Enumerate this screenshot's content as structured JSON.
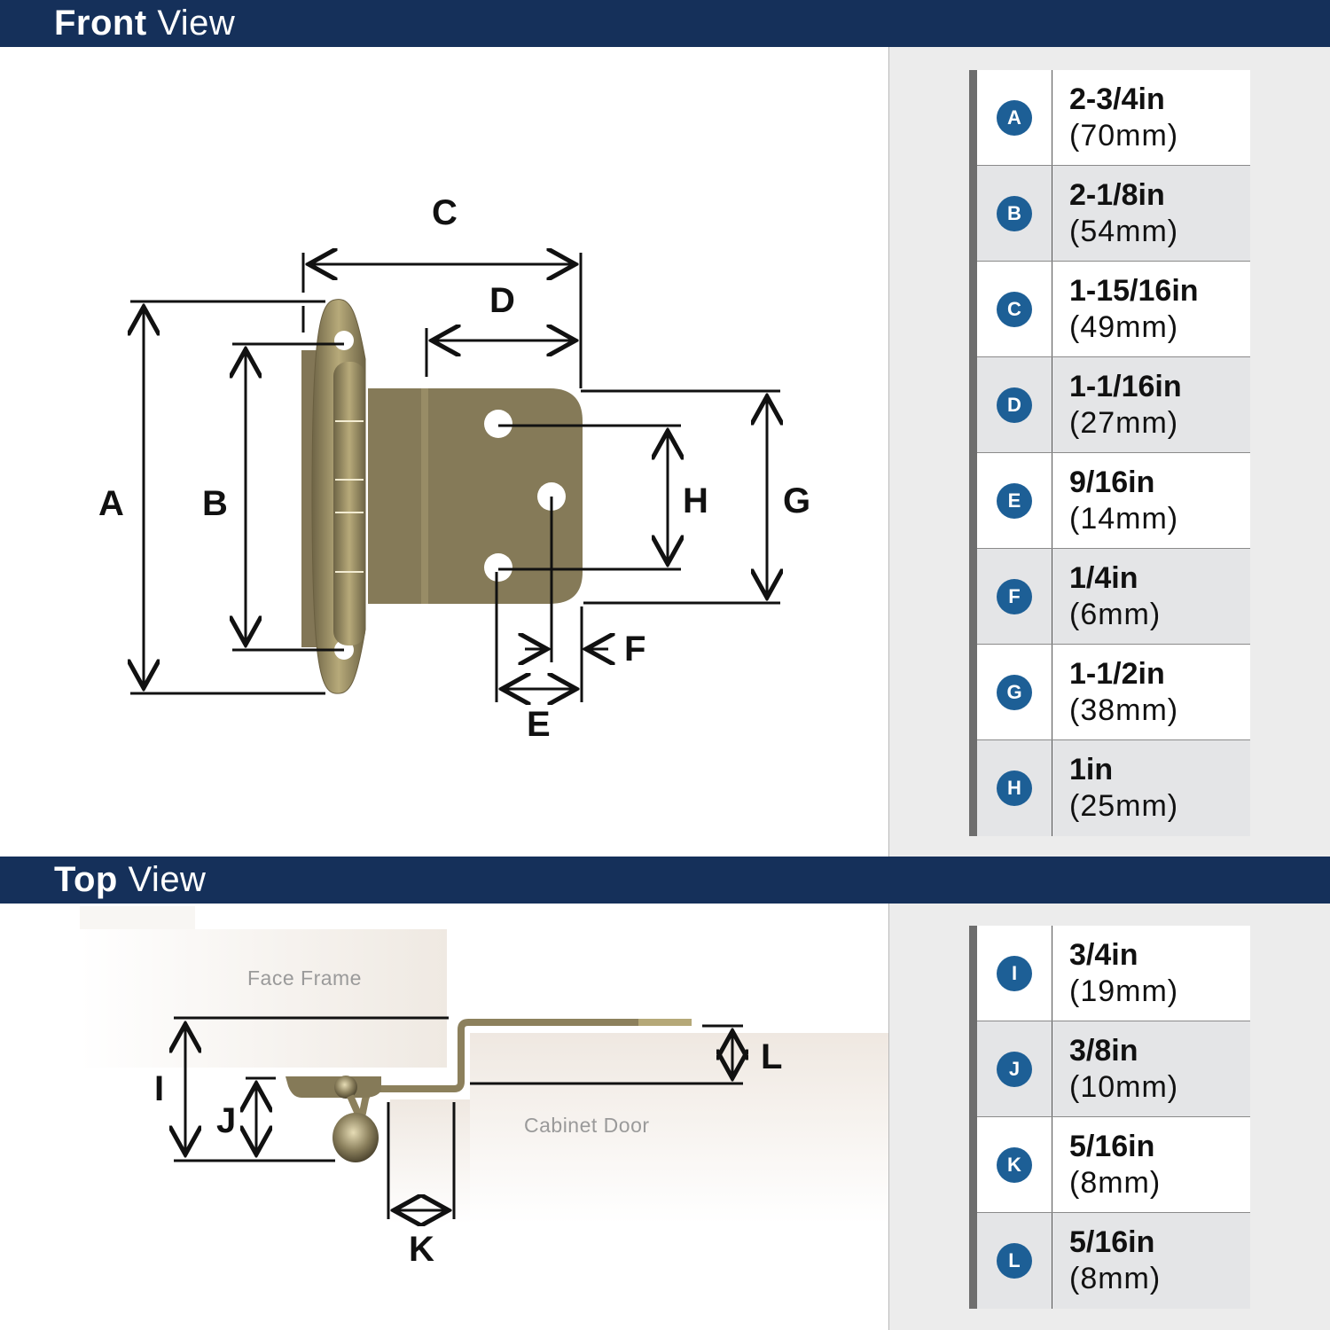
{
  "front_view": {
    "header": {
      "title_bold": "Front",
      "title_light": "View"
    },
    "labels": {
      "A": "A",
      "B": "B",
      "C": "C",
      "D": "D",
      "E": "E",
      "F": "F",
      "G": "G",
      "H": "H"
    },
    "specs": [
      {
        "letter": "A",
        "imperial": "2-3/4in",
        "metric": "(70mm)"
      },
      {
        "letter": "B",
        "imperial": "2-1/8in",
        "metric": "(54mm)"
      },
      {
        "letter": "C",
        "imperial": "1-15/16in",
        "metric": "(49mm)"
      },
      {
        "letter": "D",
        "imperial": "1-1/16in",
        "metric": "(27mm)"
      },
      {
        "letter": "E",
        "imperial": "9/16in",
        "metric": "(14mm)"
      },
      {
        "letter": "F",
        "imperial": "1/4in",
        "metric": "(6mm)"
      },
      {
        "letter": "G",
        "imperial": "1-1/2in",
        "metric": "(38mm)"
      },
      {
        "letter": "H",
        "imperial": "1in",
        "metric": "(25mm)"
      }
    ]
  },
  "top_view": {
    "header": {
      "title_bold": "Top",
      "title_light": "View"
    },
    "labels": {
      "I": "I",
      "J": "J",
      "K": "K",
      "L": "L"
    },
    "face_frame_label": "Face Frame",
    "cabinet_door_label": "Cabinet Door",
    "specs": [
      {
        "letter": "I",
        "imperial": "3/4in",
        "metric": "(19mm)"
      },
      {
        "letter": "J",
        "imperial": "3/8in",
        "metric": "(10mm)"
      },
      {
        "letter": "K",
        "imperial": "5/16in",
        "metric": "(8mm)"
      },
      {
        "letter": "L",
        "imperial": "5/16in",
        "metric": "(8mm)"
      }
    ]
  },
  "colors": {
    "header_bg": "#15305a",
    "badge_bg": "#1d5f96",
    "hinge_finish": "#857a58",
    "panel_bg": "#ececec"
  }
}
